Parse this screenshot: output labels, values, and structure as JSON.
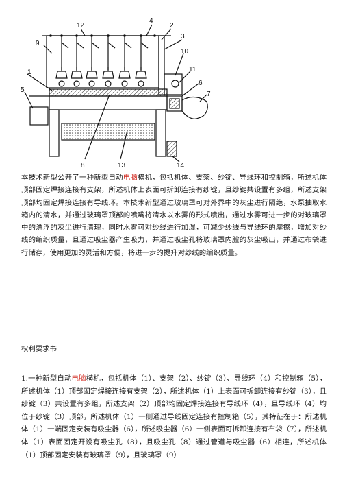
{
  "figure": {
    "labels": {
      "l1": "1",
      "l2": "2",
      "l3": "3",
      "l4": "4",
      "l5": "5",
      "l6": "6",
      "l7": "7",
      "l8": "8",
      "l9": "9",
      "l10": "10",
      "l11": "11",
      "l12": "12",
      "l13": "13",
      "l14": "14"
    }
  },
  "abstract": {
    "part1": "本技术新型公开了一种新型自动",
    "highlight": "电脑",
    "part2": "横机，包括机体、支架、纱锭、导线环和控制箱，所述机体顶部固定焊接连接有支架，所述机体上表面可拆卸连接有纱锭，且纱锭共设置有多组，所述支架顶部均固定焊接连接有导线环。本技术新型通过玻璃罩可对外界中的灰尘进行隔绝，水泵抽取水箱内的清水，并通过玻璃罩顶部的喷嘴将清水以水雾的形式喷出，通过水雾可进一步的对玻璃罩中的漂浮的灰尘进行清理，同时水雾可对纱线进行加湿，可减少纱线与导线环的摩擦，增加对纱线的编织质量，且通过吸尘器产生吸力，并通过吸尘孔将玻璃罩内腔的灰尘吸出，并通过布袋进行储存，使用更加的灵活和方便，将进一步的提升对纱线的编织质量。"
  },
  "section_title": "权利要求书",
  "claims": {
    "part1": "1.一种新型自动",
    "highlight": "电脑",
    "part2": "横机，包括机体（1）、支架（2）、纱锭（3）、导线环（4）和控制箱（5），所述机体（1）顶部固定焊接连接有支架（2），所述机体（1）上表面可拆卸连接有纱锭（3），且纱锭（3）共设置有多组，所述支架（2）顶部均固定焊接连接有导线环（4），且导线环（4）均位于纱锭（3）顶部，所述机体（1）一侧通过导线固定连接有控制箱（5），其特征在于：所述机体（1）一端固定安装有吸尘器（6），所述吸尘器（6）一侧表面可拆卸连接有布袋（7），所述机体（1）表面固定开设有吸尘孔（8），且吸尘孔（8）通过管道与吸尘器（6）相连，所述机体（1）顶部固定安装有玻璃罩（9），且玻璃罩（9）"
  }
}
